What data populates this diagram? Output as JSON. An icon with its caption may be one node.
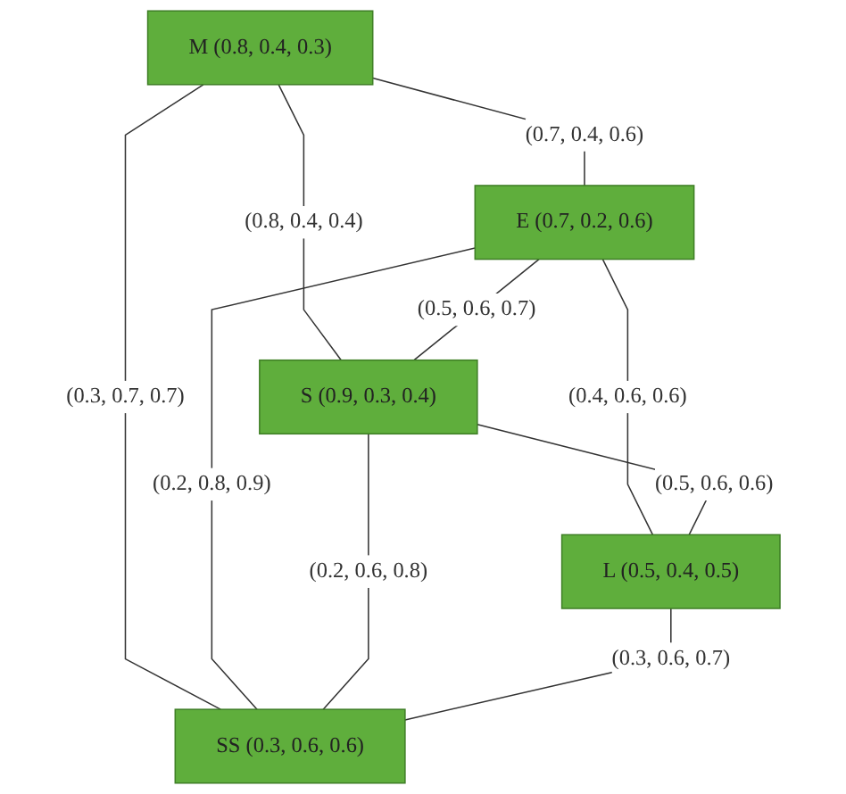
{
  "diagram": {
    "nodes": [
      {
        "text": [
          "M (0.8, 0.4, 0.3)"
        ]
      },
      {
        "text": [
          "E (0.7, 0.2, 0.6)"
        ]
      },
      {
        "text": [
          "S (0.9, 0.3, 0.4)"
        ]
      },
      {
        "text": [
          "L (0.5, 0.4, 0.5)"
        ]
      },
      {
        "text": [
          "SS (0.3, 0.6, 0.6)"
        ]
      }
    ],
    "edges": [
      {
        "from": 0,
        "to": 1,
        "arrow": "none",
        "label": "(0.7, 0.4, 0.6)"
      },
      {
        "from": 0,
        "to": 2,
        "arrow": "none",
        "label": "(0.8, 0.4, 0.4)"
      },
      {
        "from": 0,
        "to": 4,
        "arrow": "none",
        "label": "(0.3, 0.7, 0.7)"
      },
      {
        "from": 1,
        "to": 2,
        "arrow": "none",
        "label": "(0.5, 0.6, 0.7)"
      },
      {
        "from": 1,
        "to": 4,
        "arrow": "none",
        "label": "(0.2, 0.8, 0.9)"
      },
      {
        "from": 1,
        "to": 3,
        "arrow": "none",
        "label": "(0.4, 0.6, 0.6)"
      },
      {
        "from": 2,
        "to": 3,
        "arrow": "none",
        "label": "(0.5, 0.6, 0.6)"
      },
      {
        "from": 2,
        "to": 4,
        "arrow": "none",
        "label": "(0.2, 0.6, 0.8)"
      },
      {
        "from": 3,
        "to": 4,
        "arrow": "none",
        "label": "(0.3, 0.6, 0.7)"
      }
    ]
  }
}
